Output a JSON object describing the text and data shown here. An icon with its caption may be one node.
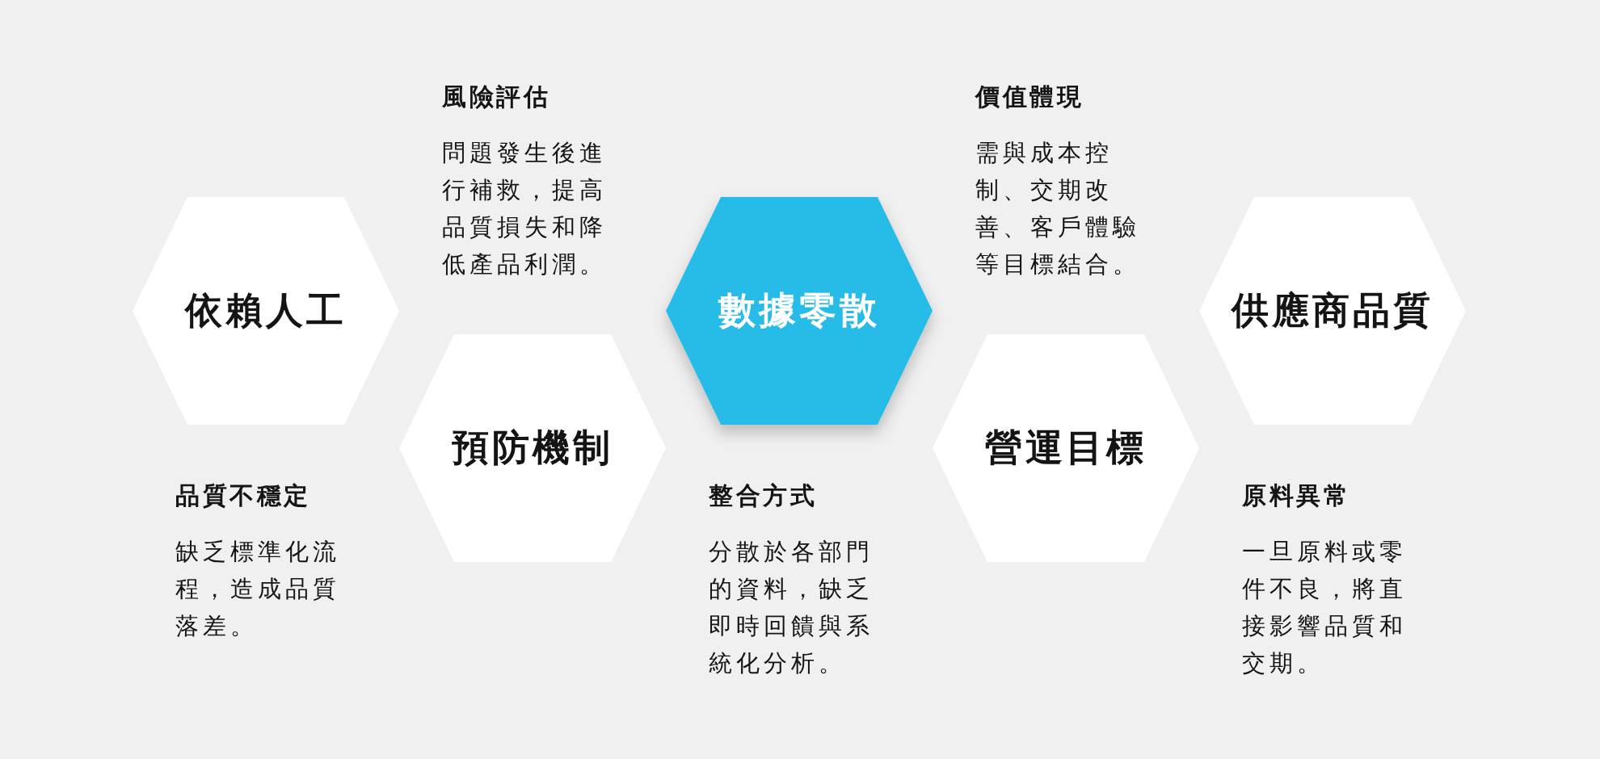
{
  "diagram": {
    "nodes": [
      {
        "text": [
          "依賴人工"
        ],
        "beside": [
          "品質不穩定",
          "缺乏標準化流程，造成品質落差。"
        ]
      },
      {
        "text": [
          "預防機制"
        ],
        "beside": [
          "風險評估",
          "問題發生後進行補救，提高品質損失和降低產品利潤。"
        ]
      },
      {
        "text": [
          "數據零散"
        ],
        "beside": [
          "整合方式",
          "分散於各部門的資料，缺乏即時回饋與系統化分析。"
        ]
      },
      {
        "text": [
          "營運目標"
        ],
        "beside": [
          "價值體現",
          "需與成本控制、交期改善、客戶體驗等目標結合。"
        ]
      },
      {
        "text": [
          "供應商品質"
        ],
        "beside": [
          "原料異常",
          "一旦原料或零件不良，將直接影響品質和交期。"
        ]
      }
    ]
  }
}
